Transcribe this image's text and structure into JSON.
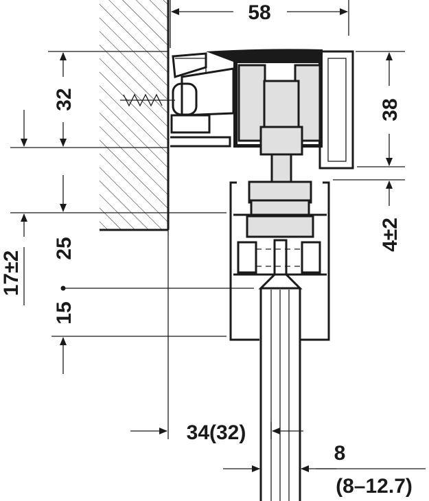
{
  "dimensions": {
    "width_total": "58",
    "track_offset": "32",
    "track_height": "38",
    "gap": "4±2",
    "adjust": "17±2",
    "guide_depth": "25",
    "insert_depth": "15",
    "wall_distance": "34(32)",
    "glass_thickness": "8",
    "glass_range": "(8–12.7)"
  },
  "colors": {
    "line": "#1a1a1a",
    "part_fill": "#e0e0e0",
    "background": "#ffffff"
  }
}
